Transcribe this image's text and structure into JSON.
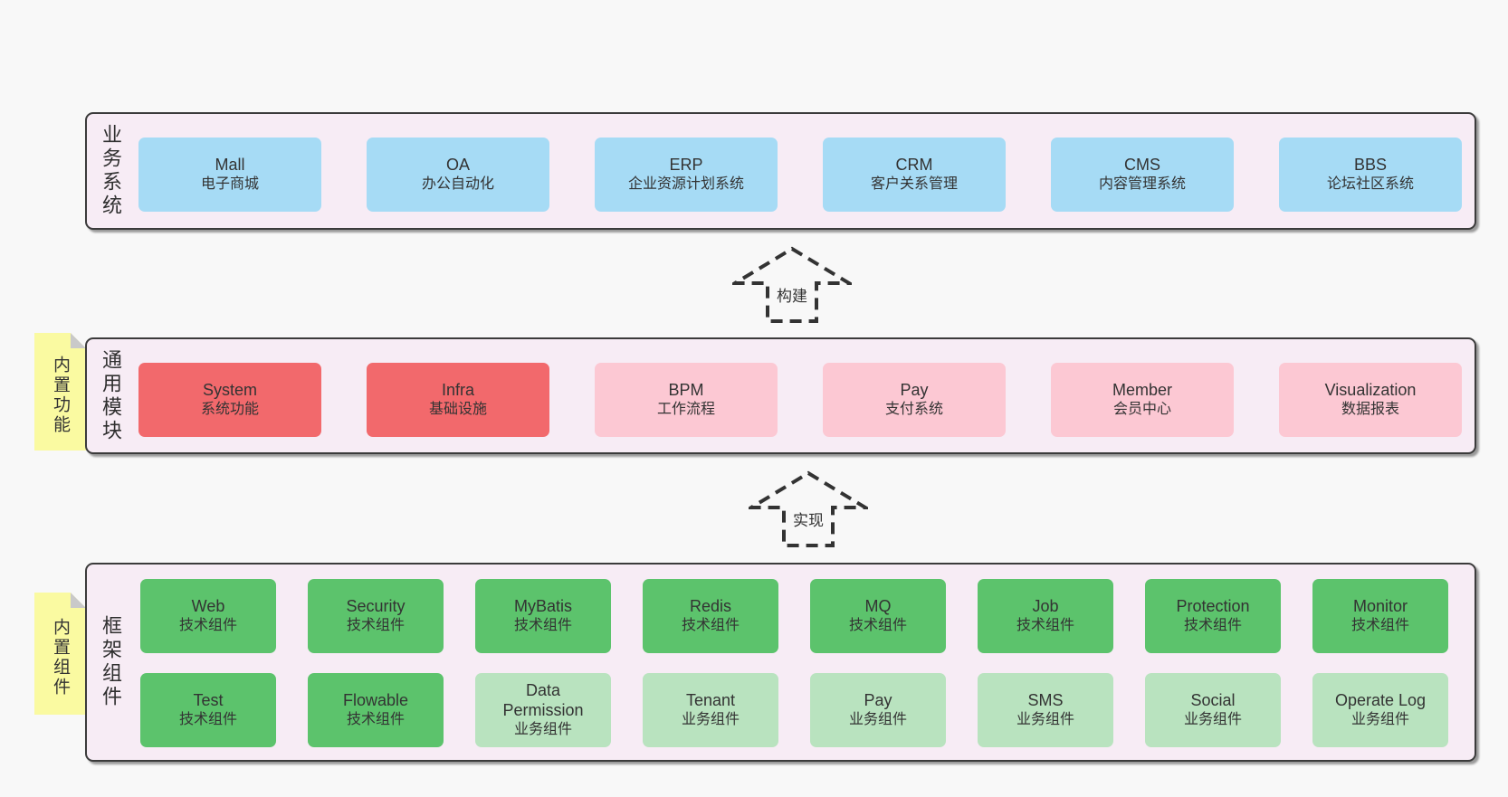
{
  "layers": [
    {
      "side_label": "业务系统",
      "boxes": [
        {
          "name": "Mall",
          "desc": "电子商城",
          "color": "blue"
        },
        {
          "name": "OA",
          "desc": "办公自动化",
          "color": "blue"
        },
        {
          "name": "ERP",
          "desc": "企业资源计划系统",
          "color": "blue"
        },
        {
          "name": "CRM",
          "desc": "客户关系管理",
          "color": "blue"
        },
        {
          "name": "CMS",
          "desc": "内容管理系统",
          "color": "blue"
        },
        {
          "name": "BBS",
          "desc": "论坛社区系统",
          "color": "blue"
        }
      ]
    },
    {
      "side_label": "通用模块",
      "sticky_note": "内置功能",
      "boxes": [
        {
          "name": "System",
          "desc": "系统功能",
          "color": "red"
        },
        {
          "name": "Infra",
          "desc": "基础设施",
          "color": "red"
        },
        {
          "name": "BPM",
          "desc": "工作流程",
          "color": "pink"
        },
        {
          "name": "Pay",
          "desc": "支付系统",
          "color": "pink"
        },
        {
          "name": "Member",
          "desc": "会员中心",
          "color": "pink"
        },
        {
          "name": "Visualization",
          "desc": "数据报表",
          "color": "pink"
        }
      ]
    },
    {
      "side_label": "框架组件",
      "sticky_note": "内置组件",
      "rows": [
        [
          {
            "name": "Web",
            "desc": "技术组件",
            "color": "green"
          },
          {
            "name": "Security",
            "desc": "技术组件",
            "color": "green"
          },
          {
            "name": "MyBatis",
            "desc": "技术组件",
            "color": "green"
          },
          {
            "name": "Redis",
            "desc": "技术组件",
            "color": "green"
          },
          {
            "name": "MQ",
            "desc": "技术组件",
            "color": "green"
          },
          {
            "name": "Job",
            "desc": "技术组件",
            "color": "green"
          },
          {
            "name": "Protection",
            "desc": "技术组件",
            "color": "green"
          },
          {
            "name": "Monitor",
            "desc": "技术组件",
            "color": "green"
          }
        ],
        [
          {
            "name": "Test",
            "desc": "技术组件",
            "color": "green"
          },
          {
            "name": "Flowable",
            "desc": "技术组件",
            "color": "green"
          },
          {
            "name": "Data Permission",
            "desc": "业务组件",
            "color": "light_green"
          },
          {
            "name": "Tenant",
            "desc": "业务组件",
            "color": "light_green"
          },
          {
            "name": "Pay",
            "desc": "业务组件",
            "color": "light_green"
          },
          {
            "name": "SMS",
            "desc": "业务组件",
            "color": "light_green"
          },
          {
            "name": "Social",
            "desc": "业务组件",
            "color": "light_green"
          },
          {
            "name": "Operate Log",
            "desc": "业务组件",
            "color": "light_green"
          }
        ]
      ]
    }
  ],
  "arrows": [
    {
      "label": "构建"
    },
    {
      "label": "实现"
    }
  ],
  "colors": {
    "page_bg": "#f8f8f8",
    "container_bg": "#f7ecf5",
    "container_border": "#3b3b3b",
    "blue": "#a6dbf5",
    "red": "#f2696c",
    "pink": "#fcc8d3",
    "green": "#5cc36c",
    "light_green": "#b9e3bf",
    "note_yellow": "#fafaa1",
    "note_fold": "#c9c9c9",
    "text": "#333333"
  }
}
